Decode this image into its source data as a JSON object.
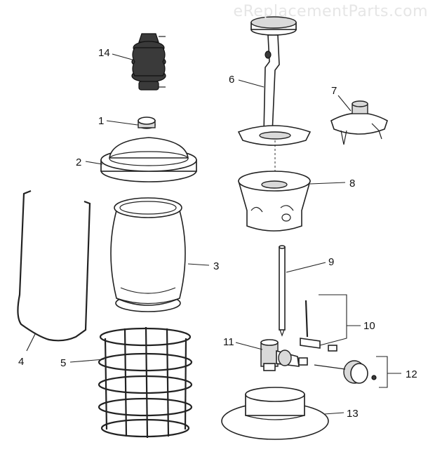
{
  "watermark": "eReplacementParts.com",
  "labels": {
    "p1": "1",
    "p2": "2",
    "p3": "3",
    "p4": "4",
    "p5": "5",
    "p6": "6",
    "p7": "7",
    "p8": "8",
    "p9": "9",
    "p10": "10",
    "p11": "11",
    "p12": "12",
    "p13": "13",
    "p14": "14"
  }
}
